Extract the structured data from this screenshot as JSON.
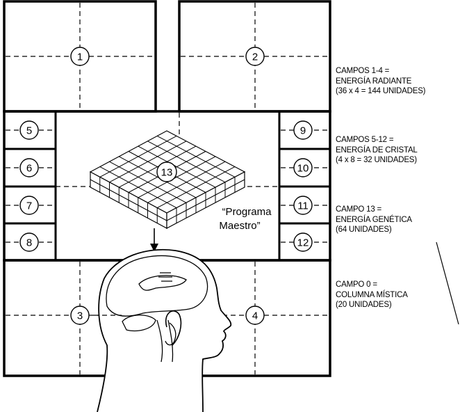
{
  "fields": [
    {
      "id": "1",
      "label": "1"
    },
    {
      "id": "2",
      "label": "2"
    },
    {
      "id": "3",
      "label": "3"
    },
    {
      "id": "4",
      "label": "4"
    },
    {
      "id": "5",
      "label": "5"
    },
    {
      "id": "6",
      "label": "6"
    },
    {
      "id": "7",
      "label": "7"
    },
    {
      "id": "8",
      "label": "8"
    },
    {
      "id": "9",
      "label": "9"
    },
    {
      "id": "10",
      "label": "10"
    },
    {
      "id": "11",
      "label": "11"
    },
    {
      "id": "12",
      "label": "12"
    },
    {
      "id": "13",
      "label": "13"
    }
  ],
  "master_program": {
    "line1": "“Programa",
    "line2": "Maestro”"
  },
  "legend": [
    {
      "line1": "CAMPOS 1-4 =",
      "line2": "ENERGÍA RADIANTE",
      "line3": "(36 x 4 = 144 UNIDADES)"
    },
    {
      "line1": "CAMPOS 5-12 =",
      "line2": "ENERGÍA DE CRISTAL",
      "line3": "(4 x 8 = 32 UNIDADES)"
    },
    {
      "line1": "CAMPO 13 =",
      "line2": "ENERGÍA GENÉTICA",
      "line3": "(64 UNIDADES)"
    },
    {
      "line1": "CAMPO 0 =",
      "line2": "COLUMNA MÍSTICA",
      "line3": "(20 UNIDADES)"
    }
  ]
}
